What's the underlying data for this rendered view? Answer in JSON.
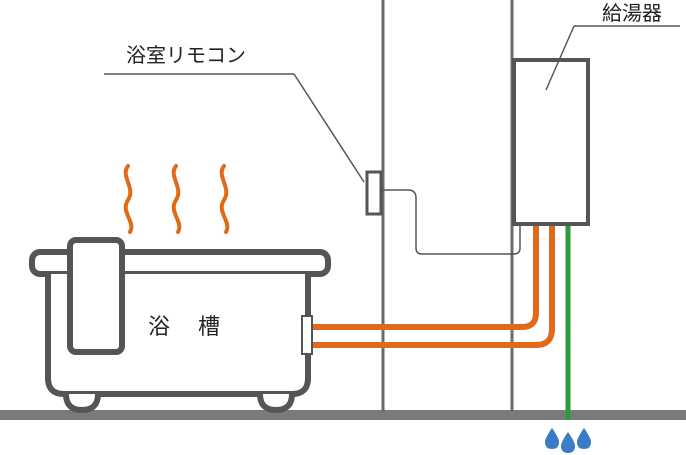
{
  "labels": {
    "remote": "浴室リモコン",
    "water_heater": "給湯器",
    "bathtub_char1": "浴",
    "bathtub_char2": "槽"
  },
  "colors": {
    "line": "#5a5a5a",
    "floor": "#7a7a7a",
    "hot_water_pipe": "#e06a1b",
    "drain_pipe": "#2a9a3a",
    "water_drop": "#3a7dc4",
    "steam": "#e06a1b"
  },
  "icons": {
    "steam": "steam-icon",
    "water_drops": "water-drop-icon"
  }
}
